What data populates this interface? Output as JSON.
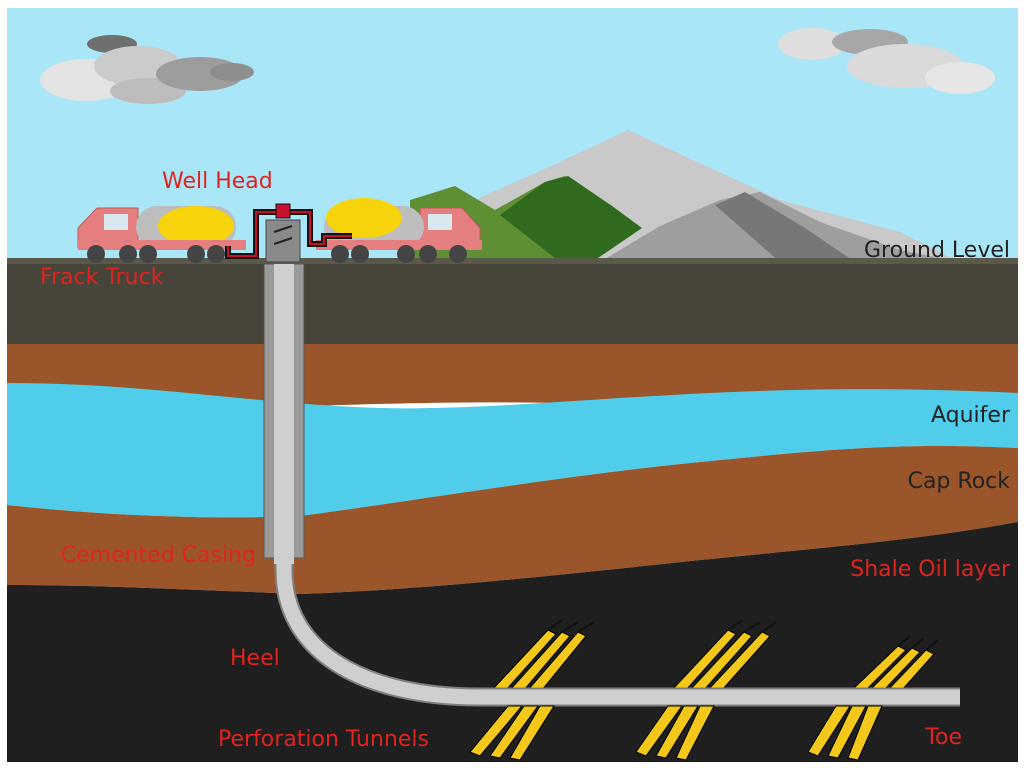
{
  "labels": {
    "well_head": "Well Head",
    "frack_truck": "Frack Truck",
    "ground_level": "Ground Level",
    "aquifer": "Aquifer",
    "cap_rock": "Cap Rock",
    "cemented_casing": "Cemented Casing",
    "shale_oil_layer": "Shale Oil layer",
    "heel": "Heel",
    "perforation_tunnels": "Perforation Tunnels",
    "toe": "Toe"
  },
  "colors": {
    "sky": "#a9e6f8",
    "topsoil": "#474439",
    "brown_rock": "#9a562a",
    "aquifer": "#4fcdea",
    "shale": "#1f1f1f",
    "pipe": "#cfcfcf",
    "fracture": "#f3c81a",
    "label_red": "#e0231e",
    "label_dark": "#222222"
  }
}
